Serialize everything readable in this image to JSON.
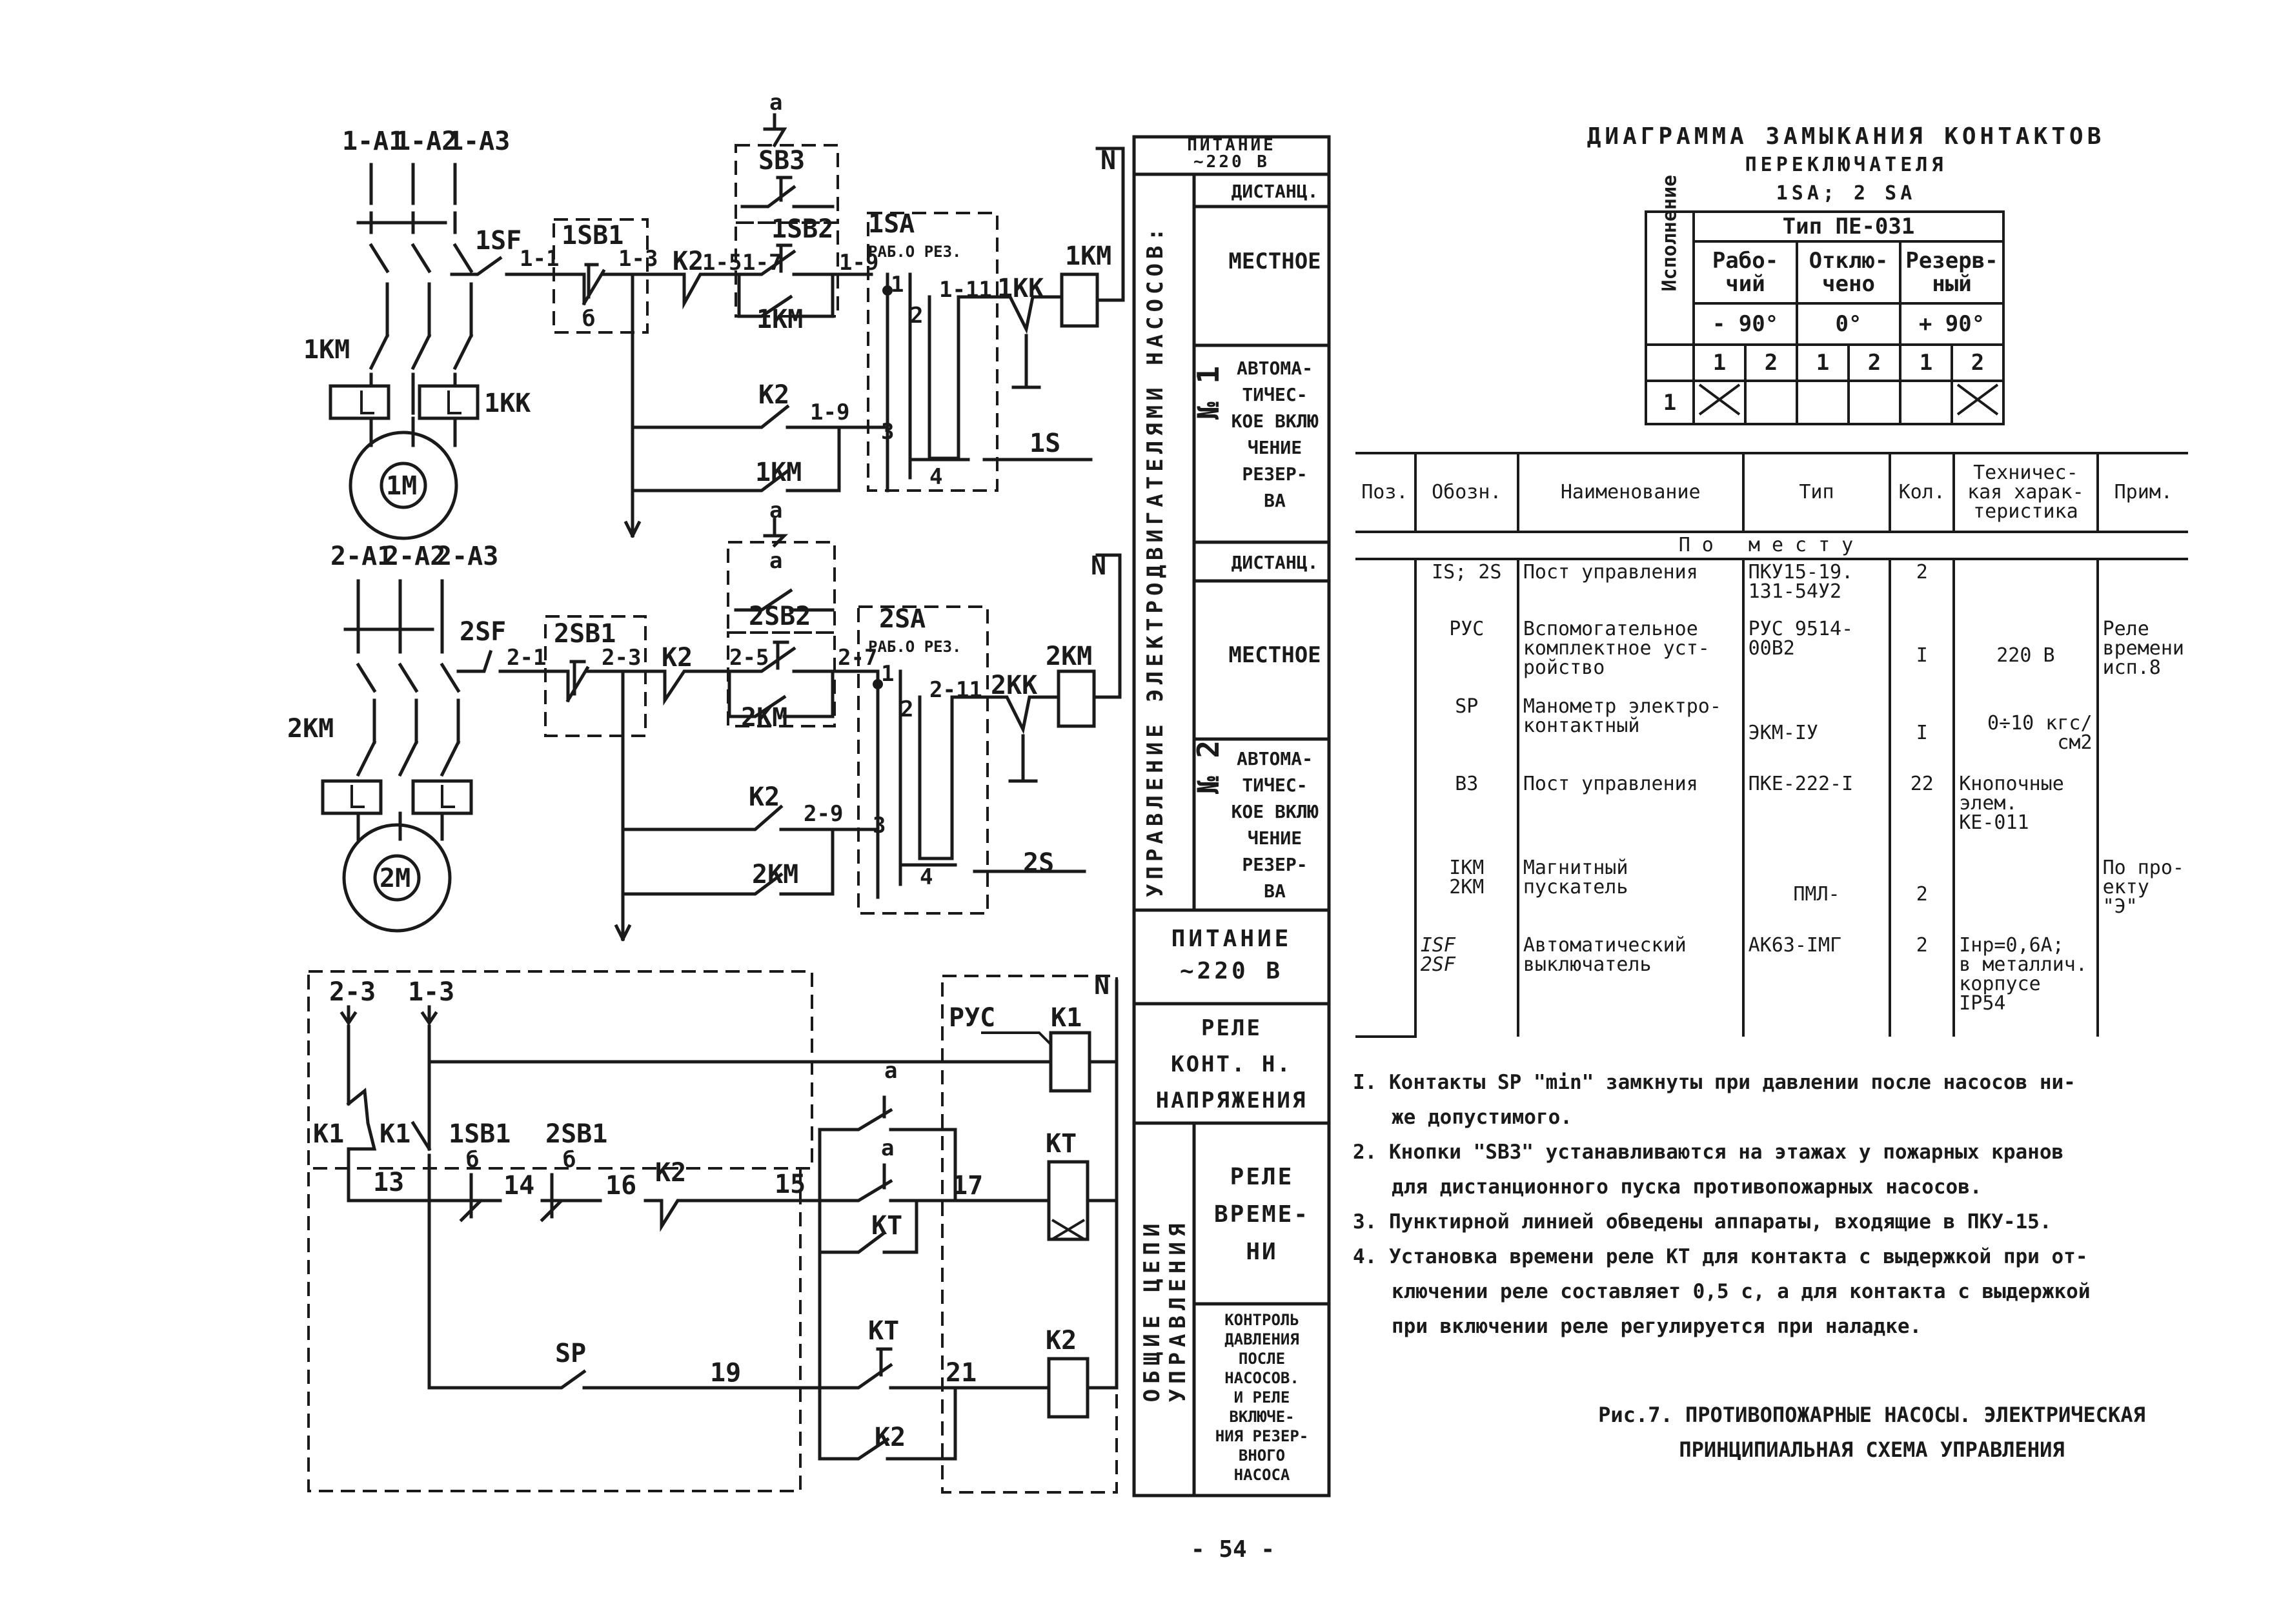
{
  "schematic": {
    "motor1": {
      "phases": [
        "1-A1",
        "1-A2",
        "1-A3"
      ],
      "breaker": "1SF",
      "contactor": "1KM",
      "thermal": "1KK",
      "motor": "1M",
      "stop_button": "1SB1",
      "start_button": "1SB2",
      "remote_button": "SB3",
      "switch": "1SA",
      "switch_positions": "РАБ.О РЕЗ.",
      "relay": "K2",
      "level_switch": "1S",
      "nodes": [
        "1-1",
        "1-3",
        "1-5",
        "1-7",
        "1-9",
        "1-11"
      ],
      "contact_a": "a",
      "contact_b": "б",
      "pos1": "1",
      "pos2": "2",
      "pos3": "3",
      "pos4": "4"
    },
    "motor2": {
      "phases": [
        "2-A1",
        "2-A2",
        "2-A3"
      ],
      "breaker": "2SF",
      "contactor": "2KM",
      "thermal": "2KK",
      "motor": "2M",
      "stop_button": "2SB1",
      "start_button": "2SB2",
      "switch": "2SA",
      "switch_positions": "РАБ.О РЕЗ.",
      "relay": "K2",
      "level_switch": "2S",
      "nodes": [
        "2-1",
        "2-3",
        "2-5",
        "2-7",
        "2-9",
        "2-11"
      ],
      "contact_a": "a",
      "pos1": "1",
      "pos2": "2",
      "pos3": "3",
      "pos4": "4"
    },
    "neutral": "N",
    "common": {
      "inputs": [
        "2-3",
        "1-3"
      ],
      "relay_k1": "K1",
      "relay_kt": "KT",
      "relay_k2": "K2",
      "rus": "РУС",
      "sp": "SP",
      "btn1": "1SB1",
      "btn2": "2SB1",
      "b1": "б",
      "b2": "б",
      "a": "a",
      "nodes": [
        "13",
        "14",
        "16",
        "15",
        "17",
        "19",
        "21"
      ]
    }
  },
  "side_table": {
    "power_top": "ПИТАНИЕ\n~220 В",
    "vertical_title": "УПРАВЛЕНИЕ ЭЛЕКТРОДВИГАТЕЛЯМИ НАСОСОВ:",
    "n1": "№ 1",
    "n2": "№ 2",
    "remote": "ДИСТАНЦ.",
    "local": "МЕСТНОЕ",
    "auto": "АВТОМА-\nТИЧЕС-\nКОЕ ВКЛЮ\nЧЕНИЕ\nРЕЗЕР-\nВА",
    "power_common": "ПИТАНИЕ\n~220 В",
    "voltage_relay": "РЕЛЕ\nКОНТ. Н.\nНАПРЯЖЕНИЯ",
    "common_vertical": "ОБЩИЕ ЦЕПИ\nУПРАВЛЕНИЯ",
    "time_relay": "РЕЛЕ\nВРЕМЕ-\nНИ",
    "pressure": "КОНТРОЛЬ\nДАВЛЕНИЯ\nПОСЛЕ\nНАСОСОВ.\nИ РЕЛЕ\nВКЛЮЧЕ-\nНИЯ РЕЗЕР-\nВНОГО\nНАСОСА"
  },
  "contact_diagram": {
    "title": [
      "ДИАГРАММА ЗАМЫКАНИЯ КОНТАКТОВ",
      "ПЕРЕКЛЮЧАТЕЛЯ",
      "1SA; 2 SA"
    ],
    "type": "Тип ПЕ-031",
    "version_label": "Исполнение",
    "modes": [
      "Рабо-\nчий",
      "Отклю-\nчено",
      "Резерв-\nный"
    ],
    "angles": [
      "- 90°",
      "0°",
      "+ 90°"
    ],
    "contacts": [
      "1",
      "2",
      "1",
      "2",
      "1",
      "2"
    ],
    "row_label": "1"
  },
  "spec_table": {
    "headers": [
      "Поз.",
      "Обозн.",
      "Наименование",
      "Тип",
      "Кол.",
      "Техничес-\nкая харак-\nтеристика",
      "Прим."
    ],
    "section": "По месту",
    "rows": [
      [
        "",
        "IS; 2S",
        "Пост управления",
        "ПКУ15-19.\n131-54У2",
        "2",
        "",
        ""
      ],
      [
        "",
        "РУС",
        "Вспомогательное\nкомплектное уст-\nройство",
        "РУС 9514-\n00В2",
        "I",
        "220 В",
        "Реле\nвремени\nисп.8"
      ],
      [
        "",
        "SP",
        "Манометр электро-\nконтактный",
        "ЭКМ-IУ",
        "I",
        "0÷10 кгс/\nсм2",
        ""
      ],
      [
        "",
        "В3",
        "Пост управления",
        "ПКЕ-222-I",
        "22",
        "Кнопочные\nэлем.\nКЕ-011",
        ""
      ],
      [
        "",
        "IKM\n2KM",
        "Магнитный\nпускатель",
        "ПМЛ-",
        "2",
        "",
        "По про-\nекту\n\"Э\""
      ],
      [
        "",
        "ISF\n2SF",
        "Автоматический\nвыключатель",
        "АК63-IМГ",
        "2",
        "Iнр=0,6А;\nв металлич.\nкорпусе\nIP54",
        ""
      ]
    ]
  },
  "notes": [
    "I. Контакты SP \"min\" замкнуты при давлении после насосов ни-\nже допустимого.",
    "2. Кнопки \"SB3\" устанавливаются на этажах у пожарных кранов\nдля дистанционного пуска противопожарных насосов.",
    "3. Пунктирной линией обведены аппараты, входящие в ПКУ-15.",
    "4. Установка времени реле КТ для контакта с выдержкой при от-\nключении реле составляет 0,5 с, а для контакта с выдержкой\nпри включении реле регулируется при наладке."
  ],
  "caption": [
    "Рис.7. ПРОТИВОПОЖАРНЫЕ НАСОСЫ. ЭЛЕКТРИЧЕСКАЯ",
    "ПРИНЦИПИАЛЬНАЯ СХЕМА УПРАВЛЕНИЯ"
  ],
  "page_number": "- 54 -"
}
